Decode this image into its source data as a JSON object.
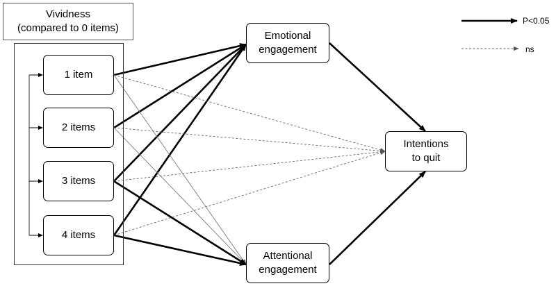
{
  "diagram": {
    "group_label": {
      "line1": "Vividness",
      "line2": "(compared to 0 items)"
    },
    "predictors": [
      {
        "id": "p1",
        "label": "1 item"
      },
      {
        "id": "p2",
        "label": "2 items"
      },
      {
        "id": "p3",
        "label": "3 items"
      },
      {
        "id": "p4",
        "label": "4 items"
      }
    ],
    "mediators": [
      {
        "id": "emo",
        "line1": "Emotional",
        "line2": "engagement"
      },
      {
        "id": "att",
        "line1": "Attentional",
        "line2": "engagement"
      }
    ],
    "outcome": {
      "id": "int",
      "line1": "Intentions",
      "line2": "to quit"
    },
    "legend": {
      "significant": "P<0.05",
      "nonsignificant": "ns"
    },
    "edges": [
      {
        "from": "p1",
        "to": "emo",
        "type": "significant"
      },
      {
        "from": "p2",
        "to": "emo",
        "type": "significant"
      },
      {
        "from": "p3",
        "to": "emo",
        "type": "significant"
      },
      {
        "from": "p4",
        "to": "emo",
        "type": "significant"
      },
      {
        "from": "p1",
        "to": "att",
        "type": "thin"
      },
      {
        "from": "p2",
        "to": "att",
        "type": "thin"
      },
      {
        "from": "p3",
        "to": "att",
        "type": "significant"
      },
      {
        "from": "p4",
        "to": "att",
        "type": "significant"
      },
      {
        "from": "p1",
        "to": "int",
        "type": "ns"
      },
      {
        "from": "p2",
        "to": "int",
        "type": "ns"
      },
      {
        "from": "p3",
        "to": "int",
        "type": "ns"
      },
      {
        "from": "p4",
        "to": "int",
        "type": "ns"
      },
      {
        "from": "emo",
        "to": "int",
        "type": "significant"
      },
      {
        "from": "att",
        "to": "int",
        "type": "significant"
      }
    ]
  }
}
